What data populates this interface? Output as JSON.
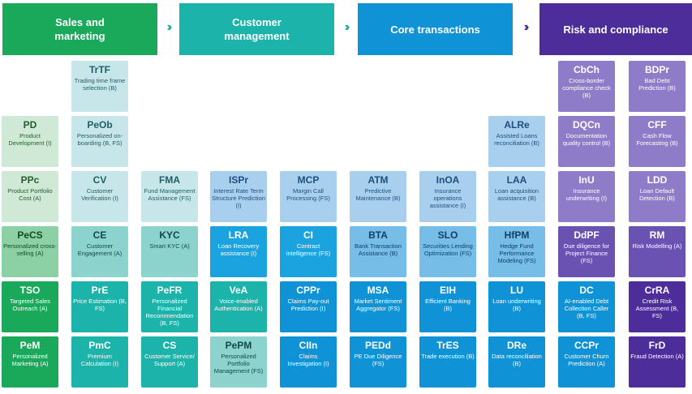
{
  "header": {
    "sales": "Sales and marketing",
    "customer": "Customer management",
    "core": "Core transactions",
    "risk": "Risk and compliance"
  },
  "colors": {
    "green": "#1aa85a",
    "teal": "#1bb3aa",
    "blue": "#0f93d6",
    "purple": "#4c2d99",
    "chevron": "#21b39a"
  },
  "tiles": {
    "TrTF": {
      "abbr": "TrTF",
      "name": "Trading time frame selection (B)"
    },
    "CbCh": {
      "abbr": "CbCh",
      "name": "Cross-border compliance check (B)"
    },
    "BDPr": {
      "abbr": "BDPr",
      "name": "Bad Debt Prediction (B)"
    },
    "PD": {
      "abbr": "PD",
      "name": "Product Development (I)"
    },
    "PeOb": {
      "abbr": "PeOb",
      "name": "Personalized on-boarding (B, FS)"
    },
    "ALRe": {
      "abbr": "ALRe",
      "name": "Assisted Loans reconciliation (B)"
    },
    "DQCn": {
      "abbr": "DQCn",
      "name": "Documentation quality control (B)"
    },
    "CFF": {
      "abbr": "CFF",
      "name": "Cash Flow Forecasting (B)"
    },
    "PPc": {
      "abbr": "PPc",
      "name": "Product Portfolio Cost (A)"
    },
    "CV": {
      "abbr": "CV",
      "name": "Customer Verification (I)"
    },
    "FMA": {
      "abbr": "FMA",
      "name": "Fund Management Assistance (FS)"
    },
    "ISPr": {
      "abbr": "ISPr",
      "name": "Interest Rate Term Structure Prediction (I)"
    },
    "MCP": {
      "abbr": "MCP",
      "name": "Margin Call Processing (FS)"
    },
    "ATM": {
      "abbr": "ATM",
      "name": "Predictive Maintenance (B)"
    },
    "InOA": {
      "abbr": "InOA",
      "name": "Insurance operations assistance (I)"
    },
    "LAA": {
      "abbr": "LAA",
      "name": "Loan acquisition assistance (B)"
    },
    "InU": {
      "abbr": "InU",
      "name": "Insurance underwriting (I)"
    },
    "LDD": {
      "abbr": "LDD",
      "name": "Loan Default Detection (B)"
    },
    "PeCS": {
      "abbr": "PeCS",
      "name": "Personalized cross-selling (A)"
    },
    "CE": {
      "abbr": "CE",
      "name": "Customer Engagement (A)"
    },
    "KYC": {
      "abbr": "KYC",
      "name": "Smart KYC (A)"
    },
    "LRA": {
      "abbr": "LRA",
      "name": "Loan Recovery assistance (I)"
    },
    "CI": {
      "abbr": "CI",
      "name": "Contract intelligence (FS)"
    },
    "BTA": {
      "abbr": "BTA",
      "name": "Bank Transaction Assistance (B)"
    },
    "SLO": {
      "abbr": "SLO",
      "name": "Securities Lending Optimization (FS)"
    },
    "HfPM": {
      "abbr": "HfPM",
      "name": "Hedge Fund Performance Modeling (FS)"
    },
    "DdPF": {
      "abbr": "DdPF",
      "name": "Due diligence for Project Finance (FS)"
    },
    "RM": {
      "abbr": "RM",
      "name": "Risk Modelling (A)"
    },
    "TSO": {
      "abbr": "TSO",
      "name": "Targeted Sales Outreach (A)"
    },
    "PrE": {
      "abbr": "PrE",
      "name": "Price Estimation (B, FS)"
    },
    "PeFR": {
      "abbr": "PeFR",
      "name": "Personalized Financial Recommendation (B, FS)"
    },
    "VeA": {
      "abbr": "VeA",
      "name": "Voice-enabled Authentication (A)"
    },
    "CPPr": {
      "abbr": "CPPr",
      "name": "Claims Pay-out Prediction (I)"
    },
    "MSA": {
      "abbr": "MSA",
      "name": "Market Sentiment Aggregator (FS)"
    },
    "EIH": {
      "abbr": "EIH",
      "name": "Efficient Banking (B)"
    },
    "LU": {
      "abbr": "LU",
      "name": "Loan underwriting (B)"
    },
    "DC": {
      "abbr": "DC",
      "name": "AI-enabled Debt Collection Caller (B, FS)"
    },
    "CrRA": {
      "abbr": "CrRA",
      "name": "Credit Risk Assessment (B, FS)"
    },
    "PeM": {
      "abbr": "PeM",
      "name": "Personalized Marketing (A)"
    },
    "PmC": {
      "abbr": "PmC",
      "name": "Premium Calculation (I)"
    },
    "CS": {
      "abbr": "CS",
      "name": "Customer Service/ Support (A)"
    },
    "PePM": {
      "abbr": "PePM",
      "name": "Personalized Portfolio Management (FS)"
    },
    "CIIn": {
      "abbr": "CIIn",
      "name": "Claims Investigation (I)"
    },
    "PEDd": {
      "abbr": "PEDd",
      "name": "PE Due Diligence (FS)"
    },
    "TrES": {
      "abbr": "TrES",
      "name": "Trade execution (B)"
    },
    "DRe": {
      "abbr": "DRe",
      "name": "Data reconciliation (B)"
    },
    "CCPr": {
      "abbr": "CCPr",
      "name": "Customer Churn Prediction (A)"
    },
    "FrD": {
      "abbr": "FrD",
      "name": "Fraud Detection (A)"
    }
  }
}
